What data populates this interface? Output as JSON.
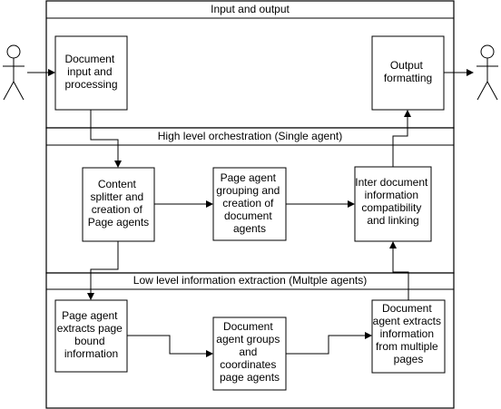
{
  "lanes": {
    "top": "Input and output",
    "middle": "High level orchestration (Single agent)",
    "bottom": "Low level information extraction (Multple agents)"
  },
  "nodes": {
    "doc_input": [
      "Document",
      "input and",
      "processing"
    ],
    "output_format": [
      "Output",
      "formatting"
    ],
    "content_splitter": [
      "Content",
      "splitter and",
      "creation of",
      "Page agents"
    ],
    "page_grouping": [
      "Page agent",
      "grouping and",
      "creation of",
      "document",
      "agents"
    ],
    "inter_doc": [
      "Inter document",
      "information",
      "compatibility",
      "and linking"
    ],
    "page_extract": [
      "Page agent",
      "extracts page",
      "bound",
      "information"
    ],
    "doc_groups": [
      "Document",
      "agent groups",
      "and",
      "coordinates",
      "page agents"
    ],
    "doc_extract": [
      "Document",
      "agent extracts",
      "information",
      "from multiple",
      "pages"
    ]
  },
  "actors": [
    "user-input-actor",
    "user-output-actor"
  ]
}
